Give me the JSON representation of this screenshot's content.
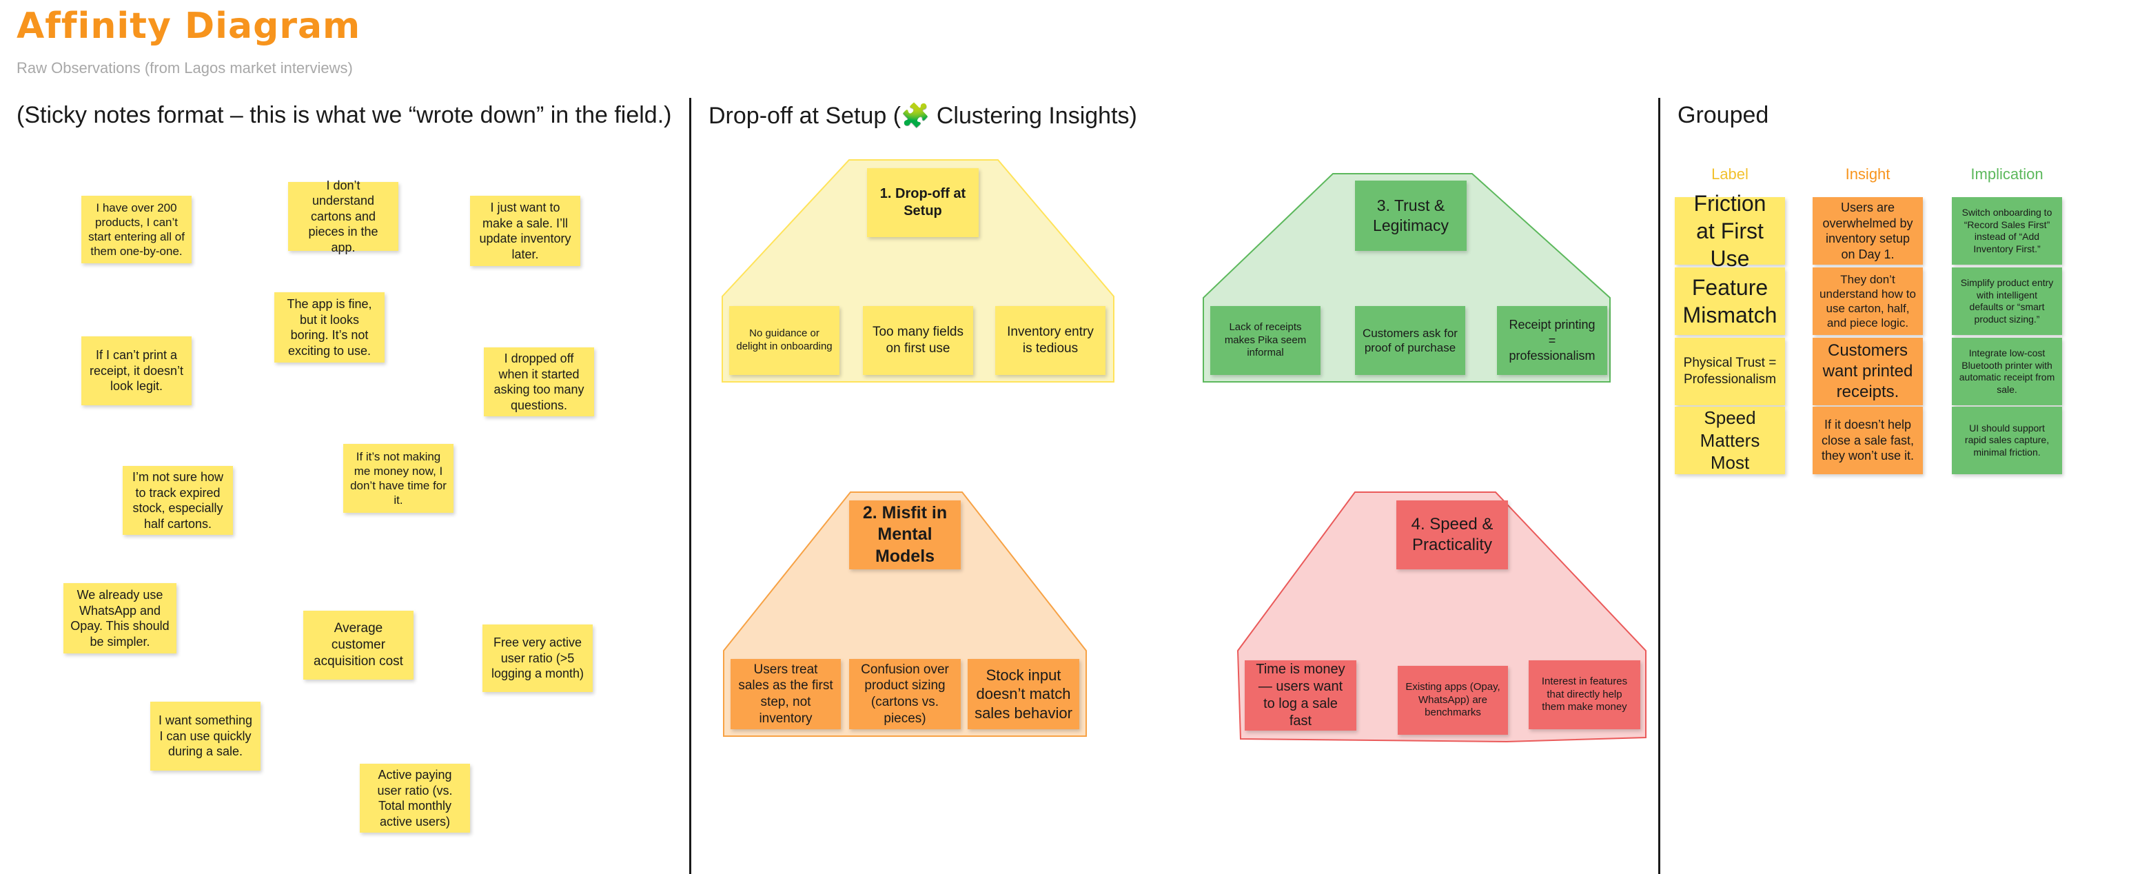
{
  "header": {
    "title": "Affinity Diagram",
    "subtitle": "Raw Observations (from Lagos market interviews)"
  },
  "sections": {
    "raw_heading": "(Sticky notes format – this is what we “wrote down” in the field.)",
    "clusters_heading": "Drop-off at Setup (🧩 Clustering Insights)",
    "grouped_heading": "Grouped"
  },
  "raw_notes": [
    "I have over 200 products, I can’t start entering all of them one-by-one.",
    "I don’t understand cartons and pieces in the app.",
    "I just want to make a sale. I’ll update inventory later.",
    "The app is fine, but it looks boring. It’s not exciting to use.",
    "If I can’t print a receipt, it doesn’t look legit.",
    "I dropped off when it started asking too many questions.",
    "If it’s not making me money now, I don’t have time for it.",
    "I’m not sure how to track expired stock, especially half cartons.",
    "We already use WhatsApp and Opay. This should be simpler.",
    "Average customer acquisition cost",
    "Free very active user ratio (>5 logging a month)",
    "I want something I can use quickly during a sale.",
    "Active paying user ratio (vs. Total monthly active users)"
  ],
  "clusters": {
    "c1": {
      "title": "1. Drop-off at Setup",
      "notes": [
        "No guidance or delight in onboarding",
        "Too many fields on first use",
        "Inventory entry is tedious"
      ]
    },
    "c2": {
      "title": "3. Trust & Legitimacy",
      "notes": [
        "Lack of receipts makes Pika seem informal",
        "Customers ask for proof of purchase",
        "Receipt printing = professionalism"
      ]
    },
    "c3": {
      "title": "2. Misfit in Mental Models",
      "notes": [
        "Users treat sales as the first step, not inventory",
        "Confusion over product sizing (cartons vs. pieces)",
        "Stock input doesn’t match sales behavior"
      ]
    },
    "c4": {
      "title": "4. Speed & Practicality",
      "notes": [
        "Time is money — users want to log a sale fast",
        "Existing apps (Opay, WhatsApp) are benchmarks",
        "Interest in features that directly help them make money"
      ]
    }
  },
  "grouped": {
    "col_label": "Label",
    "col_insight": "Insight",
    "col_implication": "Implication",
    "colors": {
      "label": "#f2c12e",
      "insight": "#f7941d",
      "implication": "#5cb85c"
    },
    "rows": [
      {
        "label": "Friction at First Use",
        "insight": "Users are overwhelmed by inventory setup on Day 1.",
        "implication": "Switch onboarding to “Record Sales First” instead of “Add Inventory First.”"
      },
      {
        "label": "Feature Mismatch",
        "insight": "They don’t understand how to use carton, half, and piece logic.",
        "implication": "Simplify product entry with intelligent defaults or “smart product sizing.”"
      },
      {
        "label": "Physical Trust = Professionalism",
        "insight": "Customers want printed receipts.",
        "implication": "Integrate low-cost Bluetooth printer with automatic receipt from sale."
      },
      {
        "label": "Speed Matters Most",
        "insight": "If it doesn’t help close a sale fast, they won’t use it.",
        "implication": "UI should support rapid sales capture, minimal friction."
      }
    ]
  }
}
